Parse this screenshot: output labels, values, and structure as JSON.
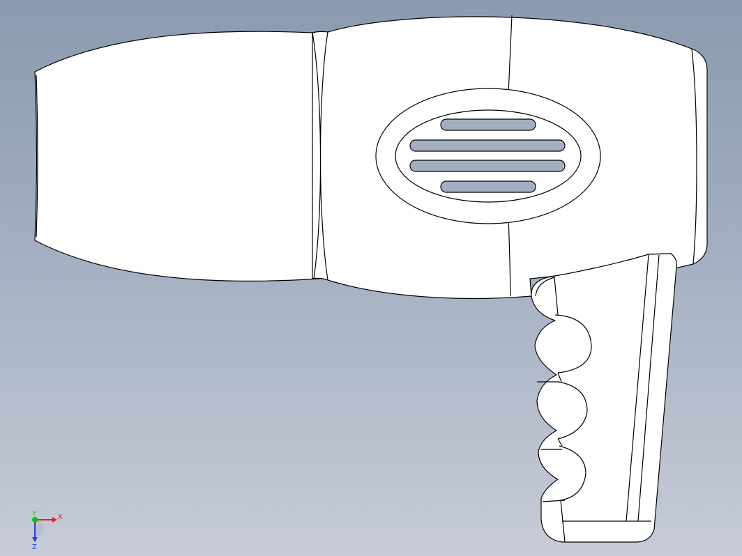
{
  "viewport": {
    "background_top": "#8b9ab0",
    "background_bottom": "#c7ccd6"
  },
  "model": {
    "part": "hair-dryer",
    "fill": "#ffffff",
    "edge_color": "#000000",
    "vent_slot_count": 4
  },
  "triad": {
    "x_label": "X",
    "y_label": "Y",
    "z_label": "Z",
    "x_color": "#e02020",
    "y_color": "#10c010",
    "z_color": "#2040e0"
  }
}
